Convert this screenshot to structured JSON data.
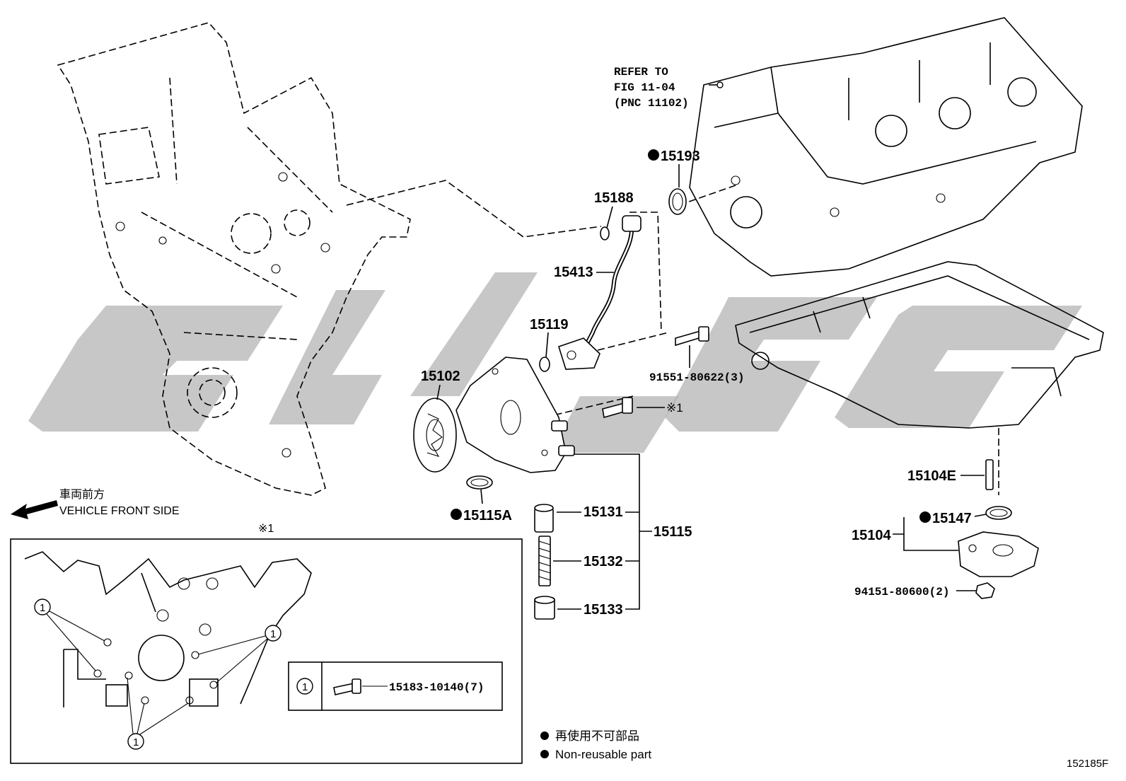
{
  "refer": {
    "line1": "REFER TO",
    "line2": "FIG 11-04",
    "line3": "(PNC 11102)"
  },
  "parts": {
    "p15193": "15193",
    "p15188": "15188",
    "p15413": "15413",
    "p15119": "15119",
    "p15102": "15102",
    "p91551": "91551-80622(3)",
    "note1": "※1",
    "p15115A": "15115A",
    "p15131": "15131",
    "p15132": "15132",
    "p15133": "15133",
    "p15115": "15115",
    "p15104E": "15104E",
    "p15147": "15147",
    "p15104": "15104",
    "p94151": "94151-80600(2)"
  },
  "front": {
    "jp": "車両前方",
    "en": "VEHICLE FRONT SIDE"
  },
  "inset": {
    "title": "※1",
    "callout": "1",
    "bolt_part": "15183-10140(7)"
  },
  "legend": {
    "jp": "再使用不可部品",
    "en": "Non-reusable part"
  },
  "fig_id": "152185F"
}
